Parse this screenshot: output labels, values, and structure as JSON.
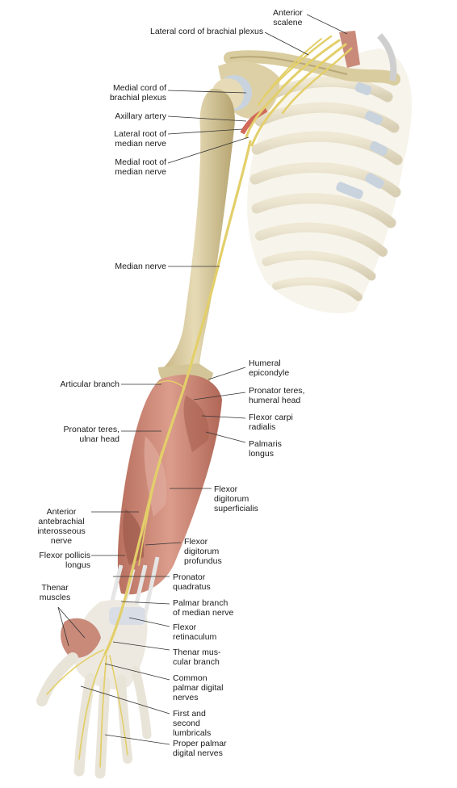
{
  "labels": {
    "anterior_scalene": "Anterior\nscalene",
    "lateral_cord": "Lateral cord of brachial plexus",
    "medial_cord": "Medial cord of\nbrachial plexus",
    "axillary_artery": "Axillary artery",
    "lateral_root": "Lateral root of\nmedian nerve",
    "medial_root": "Medial root of\nmedian nerve",
    "median_nerve": "Median nerve",
    "humeral_epicondyle": "Humeral\nepicondyle",
    "articular_branch": "Articular branch",
    "pronator_teres_humeral": "Pronator teres,\nhumeral head",
    "flexor_carpi_radialis": "Flexor carpi\nradialis",
    "pronator_teres_ulnar": "Pronator teres,\nulnar head",
    "palmaris_longus": "Palmaris\nlongus",
    "flexor_digitorum_superficialis": "Flexor\ndigitorum\nsuperficialis",
    "anterior_interosseous": "Anterior\nantebrachial\ninterosseous\nnerve",
    "flexor_digitorum_profundus": "Flexor\ndigitorum\nprofundus",
    "flexor_pollicis_longus": "Flexor pollicis\nlongus",
    "pronator_quadratus": "Pronator\nquadratus",
    "thenar_muscles": "Thenar\nmuscles",
    "palmar_branch": "Palmar branch\nof median nerve",
    "flexor_retinaculum": "Flexor\nretinaculum",
    "thenar_muscular_branch": "Thenar mus-\ncular branch",
    "common_palmar_digital": "Common\npalmar digital\nnerves",
    "lumbricals": "First and\nsecond\nlumbricals",
    "proper_palmar_digital": "Proper palmar\ndigital nerves"
  },
  "colors": {
    "bone": "#ddd0a6",
    "bone_shade": "#b9a777",
    "muscle": "#c98a7a",
    "muscle_dark": "#a9604f",
    "nerve": "#e3cf6a",
    "tendon": "#e6e6e6",
    "artery": "#d06a5a",
    "cartilage": "#c8d3de"
  }
}
